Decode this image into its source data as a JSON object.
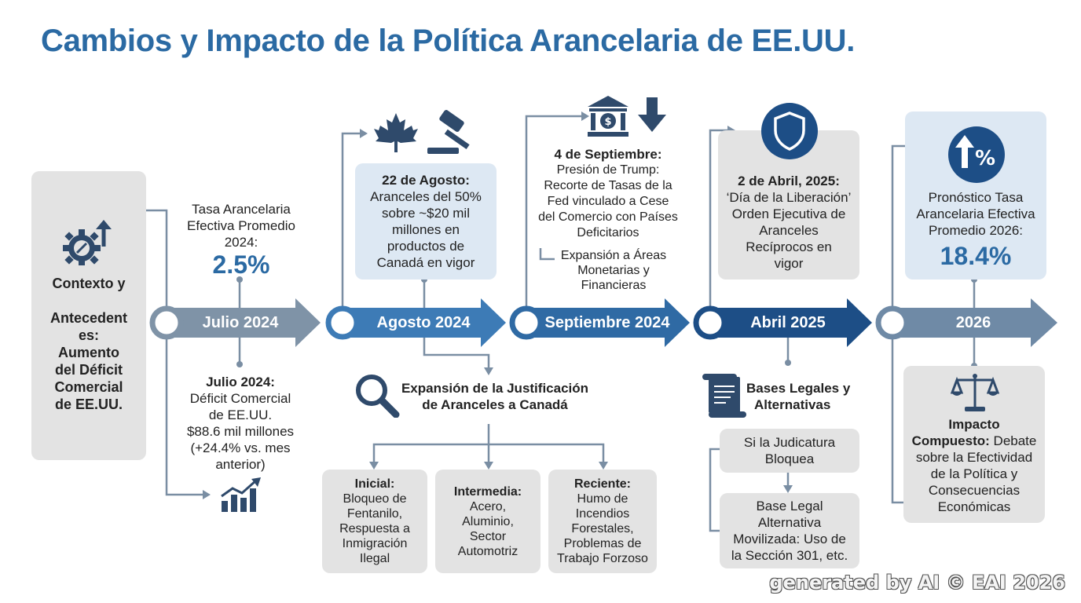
{
  "title": "Cambios y Impacto de la Política Arancelaria de EE.UU.",
  "context": {
    "lines": [
      "Contexto y",
      "",
      "Antecedent",
      "es:",
      "Aumento",
      "del Déficit",
      "Comercial",
      "de EE.UU."
    ]
  },
  "timeline": [
    {
      "label": "Julio 2024",
      "color": "#7f93a7"
    },
    {
      "label": "Agosto 2024",
      "color": "#3d7bb6"
    },
    {
      "label": "Septiembre 2024",
      "color": "#2f6aa4"
    },
    {
      "label": "Abril 2025",
      "color": "#1d4e86"
    },
    {
      "label": "2026",
      "color": "#6f8aa6"
    }
  ],
  "julio": {
    "tasa": {
      "lines": [
        "Tasa Arancelaria",
        "Efectiva Promedio",
        "2024:"
      ],
      "value": "2.5%"
    },
    "deficit": {
      "heading": "Julio 2024:",
      "lines": [
        "Déficit Comercial",
        "de EE.UU.",
        "$88.6 mil millones",
        "(+24.4% vs. mes",
        "anterior)"
      ]
    }
  },
  "agosto": {
    "heading": "22 de Agosto:",
    "lines": [
      "Aranceles del 50%",
      "sobre ~$20 mil",
      "millones en",
      "productos de",
      "Canadá en vigor"
    ],
    "expansion": {
      "lines": [
        "Expansión de la Justificación",
        "de Aranceles a Canadá"
      ]
    },
    "phases": [
      {
        "heading": "Inicial:",
        "lines": [
          "Bloqueo de",
          "Fentanilo,",
          "Respuesta a",
          "Inmigración",
          "Ilegal"
        ]
      },
      {
        "heading": "Intermedia:",
        "lines": [
          "Acero,",
          "Aluminio,",
          "Sector",
          "Automotriz"
        ]
      },
      {
        "heading": "Reciente:",
        "lines": [
          "Humo de",
          "Incendios",
          "Forestales,",
          "Problemas de",
          "Trabajo Forzoso"
        ]
      }
    ]
  },
  "septiembre": {
    "heading": "4 de Septiembre:",
    "lines": [
      "Presión de Trump:",
      "Recorte de Tasas de la",
      "Fed vinculado a Cese",
      "del Comercio con Países",
      "Deficitarios"
    ],
    "sub": [
      "Expansión a Áreas",
      "Monetarias y",
      "Financieras"
    ]
  },
  "abril": {
    "heading": "2 de Abril, 2025:",
    "lines": [
      "‘Día de la Liberación’",
      "Orden Ejecutiva de",
      "Aranceles",
      "Recíprocos en",
      "vigor"
    ],
    "bases": {
      "lines": [
        "Bases Legales y",
        "Alternativas"
      ]
    },
    "judicatura": [
      "Si la Judicatura",
      "Bloquea"
    ],
    "alternativa": [
      "Base Legal",
      "Alternativa",
      "Movilizada: Uso de",
      "la Sección 301, etc."
    ]
  },
  "y2026": {
    "forecast": {
      "lines": [
        "Pronóstico Tasa",
        "Arancelaria Efectiva",
        "Promedio 2026:"
      ],
      "value": "18.4%"
    },
    "impacto": {
      "heading": "Impacto",
      "headingTail": "Compuesto:",
      "tail": " Debate",
      "lines": [
        "sobre la Efectividad",
        "de la Política y",
        "Consecuencias",
        "Económicas"
      ]
    }
  },
  "icons": [
    "gear-arrow-icon",
    "bar-chart-icon",
    "maple-leaf-icon",
    "gavel-icon",
    "bank-icon",
    "down-arrow-icon",
    "shield-icon",
    "percent-up-icon",
    "magnifier-icon",
    "scroll-icon",
    "scales-icon"
  ],
  "watermark": "generated by AI © EAI 2026"
}
